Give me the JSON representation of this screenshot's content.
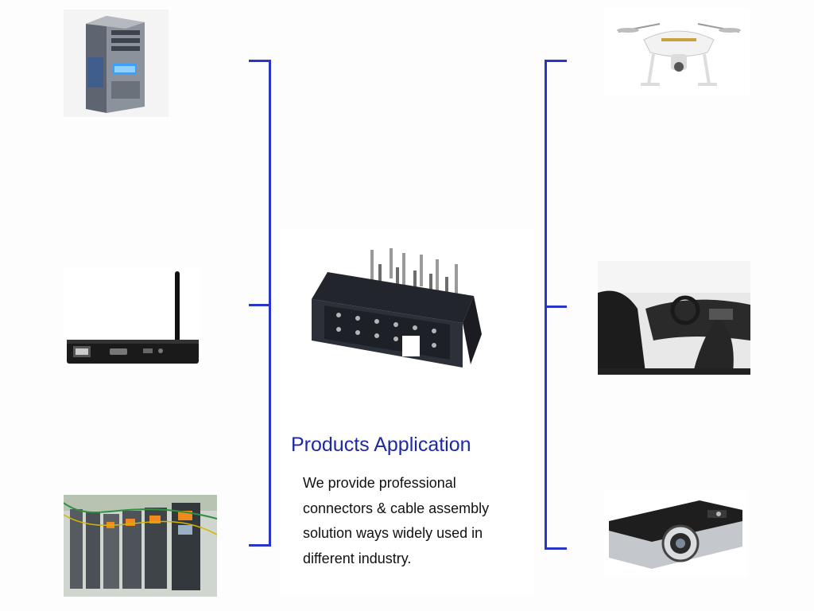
{
  "accent_color": "#2a35c8",
  "heading": {
    "text": "Products Application",
    "color": "#1f2aa0"
  },
  "description": {
    "lines": [
      "We provide professional",
      "connectors & cable assembly",
      "solution ways widely used in",
      "different industry."
    ]
  },
  "product": {
    "name": "box-header-connector"
  },
  "applications": {
    "left": [
      "desktop-computer",
      "wifi-router",
      "industrial-inverters"
    ],
    "right": [
      "drone",
      "car-interior",
      "projector"
    ]
  },
  "car_caption": {
    "left": "",
    "right": ""
  }
}
